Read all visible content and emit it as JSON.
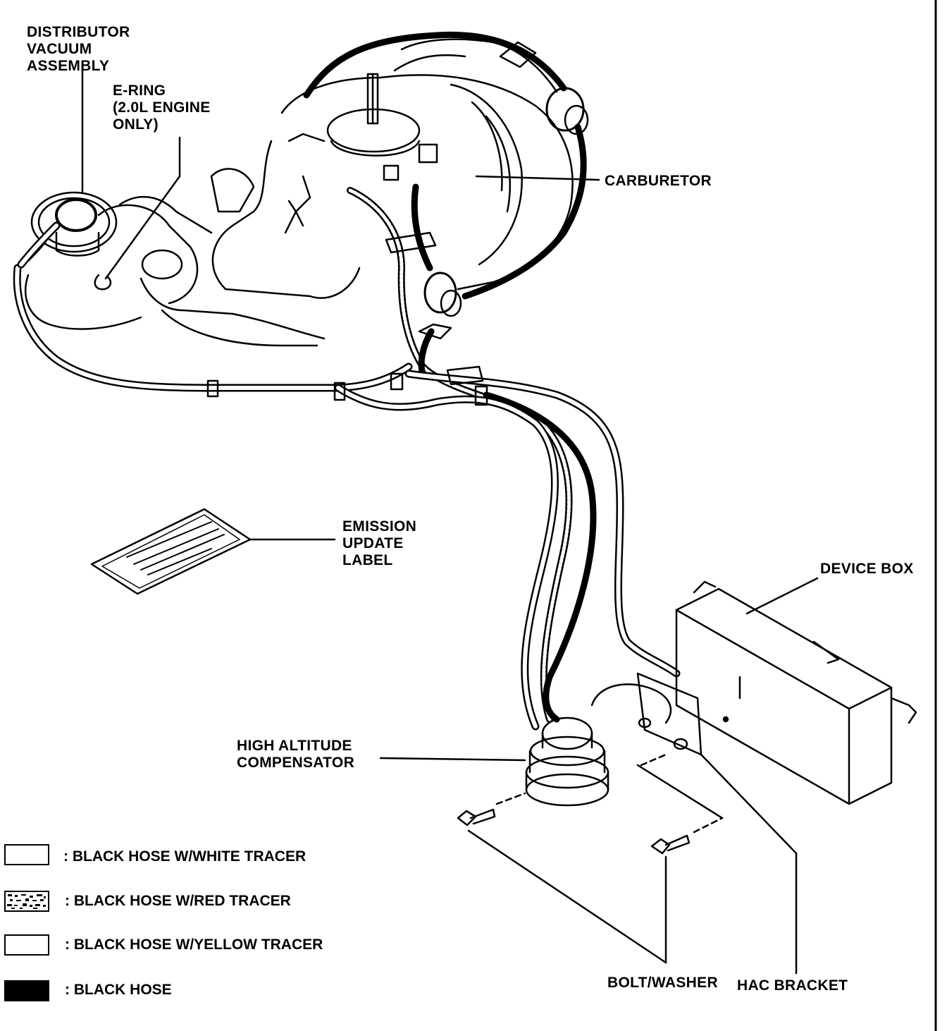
{
  "labels": {
    "distributor": [
      "DISTRIBUTOR",
      "VACUUM",
      "ASSEMBLY"
    ],
    "ering": [
      "E-RING",
      "(2.0L ENGINE",
      "ONLY)"
    ],
    "carburetor": "CARBURETOR",
    "emission": [
      "EMISSION",
      "UPDATE",
      "LABEL"
    ],
    "device_box": "DEVICE BOX",
    "hac": [
      "HIGH ALTITUDE",
      "COMPENSATOR"
    ],
    "bolt_washer": "BOLT/WASHER",
    "hac_bracket": "HAC BRACKET"
  },
  "legend": [
    {
      "label": ": BLACK HOSE W/WHITE TRACER",
      "style": "white"
    },
    {
      "label": ": BLACK HOSE W/RED TRACER",
      "style": "red"
    },
    {
      "label": ": BLACK HOSE W/YELLOW TRACER",
      "style": "yellow"
    },
    {
      "label": ": BLACK HOSE",
      "style": "black"
    }
  ]
}
